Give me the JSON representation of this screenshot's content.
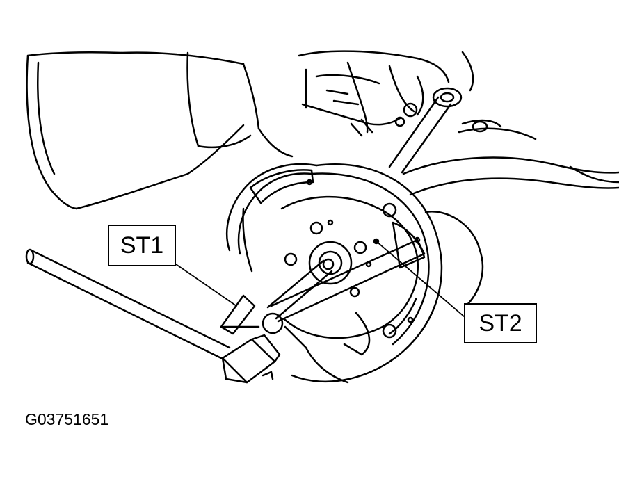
{
  "figure": {
    "figure_id": "G03751651",
    "callouts": {
      "st1": "ST1",
      "st2": "ST2"
    },
    "colors": {
      "line": "#000000",
      "background": "#ffffff"
    }
  }
}
